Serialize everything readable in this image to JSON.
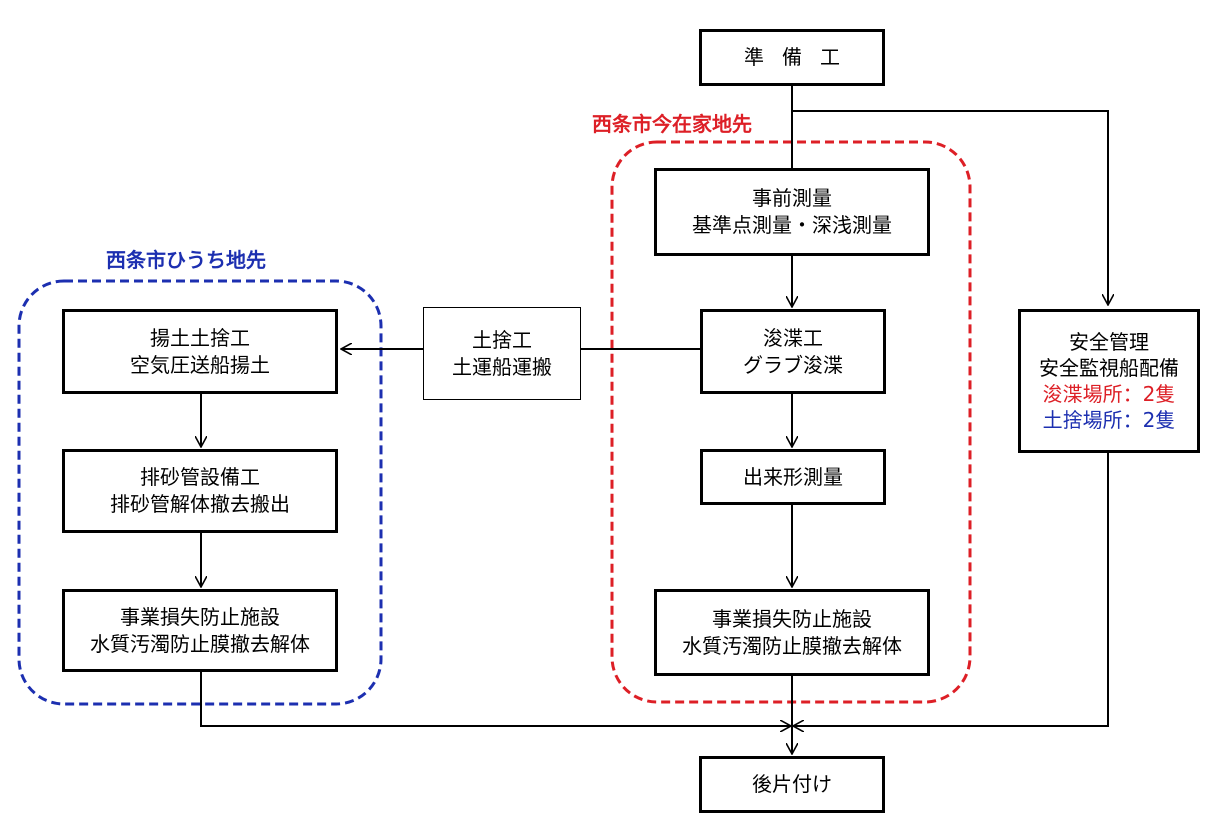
{
  "regions": {
    "left": {
      "label": "西条市ひうち地先",
      "color": "#1c2fb0"
    },
    "center": {
      "label": "西条市今在家地先",
      "color": "#dd1f26"
    }
  },
  "boxes": {
    "prep": "準備工",
    "survey": {
      "line1": "事前測量",
      "line2": "基準点測量・深浅測量"
    },
    "dredge": {
      "line1": "浚渫工",
      "line2": "グラブ浚渫"
    },
    "asbuilt": "出来形測量",
    "damage_center": {
      "line1": "事業損失防止施設",
      "line2": "水質汚濁防止膜撤去解体"
    },
    "soil_transport": {
      "line1": "土捨工",
      "line2": "土運船運搬"
    },
    "unload": {
      "line1": "揚土土捨工",
      "line2": "空気圧送船揚土"
    },
    "pipe": {
      "line1": "排砂管設備工",
      "line2": "排砂管解体撤去搬出"
    },
    "damage_left": {
      "line1": "事業損失防止施設",
      "line2": "水質汚濁防止膜撤去解体"
    },
    "safety": {
      "line1": "安全管理",
      "line2": "安全監視船配備",
      "line3": "浚渫場所：2隻",
      "line4": "土捨場所：2隻"
    },
    "cleanup": "後片付け"
  }
}
